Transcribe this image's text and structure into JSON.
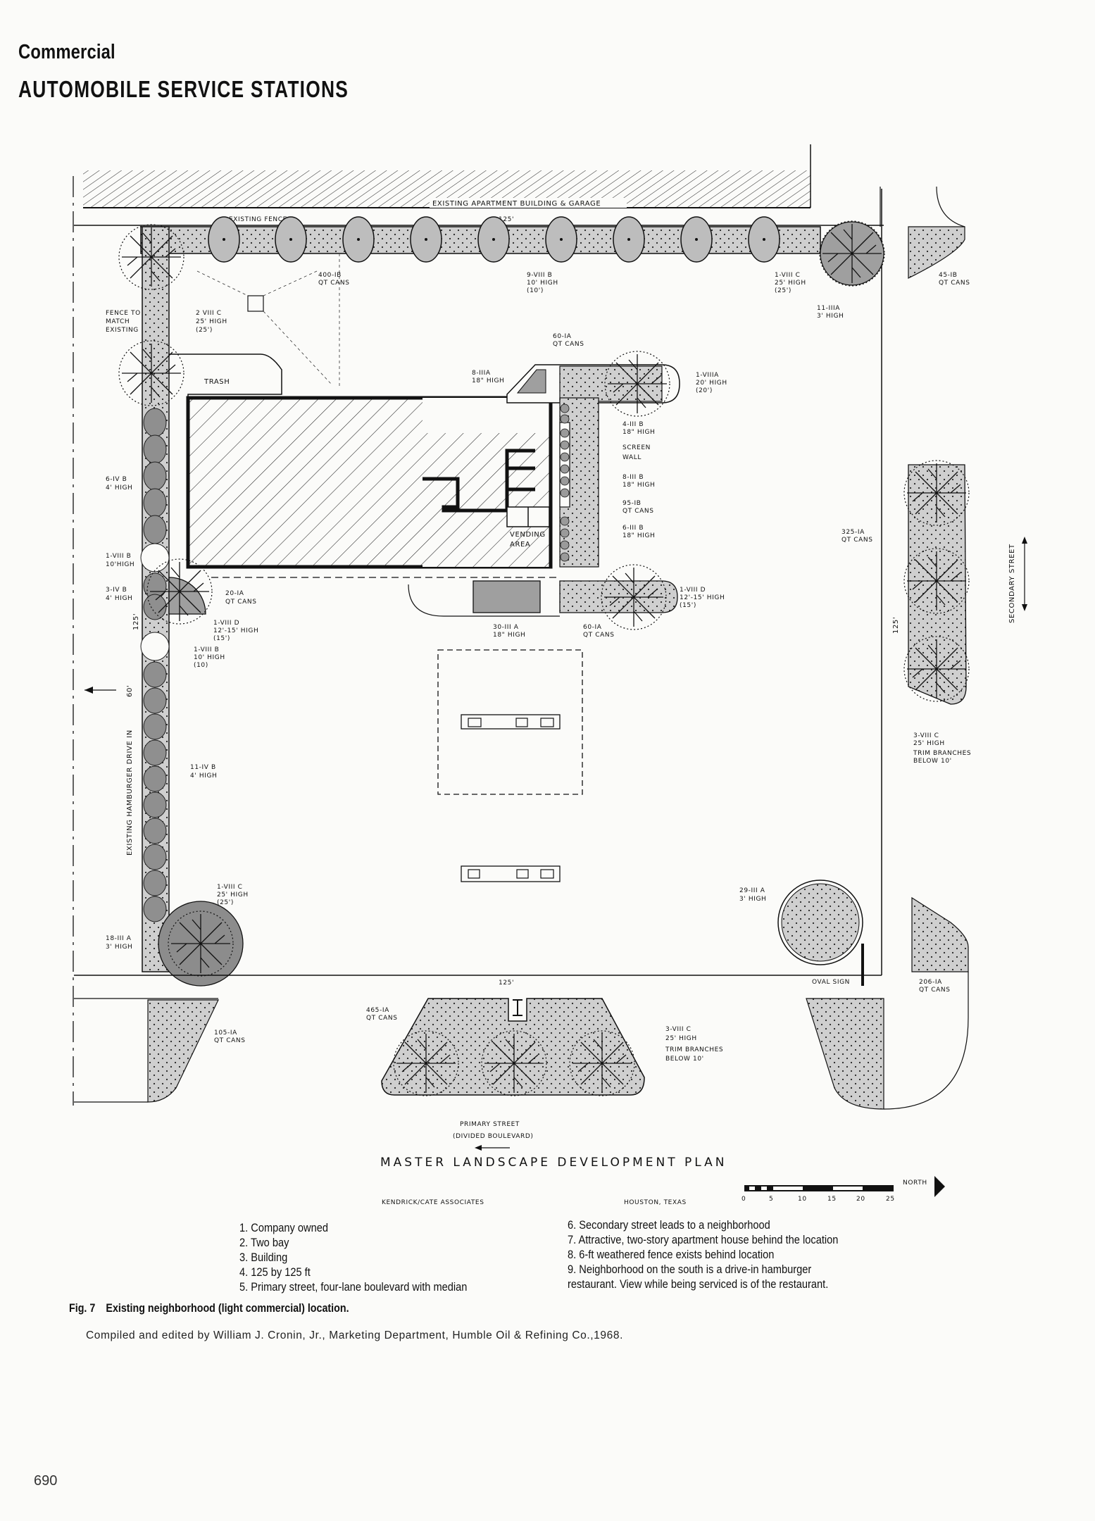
{
  "header": {
    "section": "Commercial",
    "title": "AUTOMOBILE SERVICE STATIONS"
  },
  "plan": {
    "title": "MASTER LANDSCAPE DEVELOPMENT PLAN",
    "firm": "KENDRICK/CATE ASSOCIATES",
    "location": "HOUSTON, TEXAS",
    "north_label": "NORTH",
    "scale_ticks": [
      "0",
      "5",
      "10",
      "15",
      "20",
      "25"
    ],
    "site_dimension": "125'",
    "context": {
      "top": "EXISTING APARTMENT BUILDING & GARAGE",
      "left": "EXISTING HAMBURGER DRIVE IN",
      "left_offset": "60'",
      "right": "SECONDARY STREET",
      "bottom_line1": "PRIMARY STREET",
      "bottom_line2": "(DIVIDED BOULEVARD)"
    },
    "features": {
      "fence": "EXISTING FENCE",
      "fence_match": [
        "FENCE TO",
        "MATCH",
        "EXISTING"
      ],
      "trash": "TRASH",
      "vending": [
        "VENDING",
        "AREA"
      ],
      "screen_wall": [
        "SCREEN",
        "WALL"
      ],
      "oval_sign": "OVAL SIGN"
    },
    "callouts": [
      {
        "id": "c1",
        "lines": [
          "400-IB",
          "QT CANS"
        ]
      },
      {
        "id": "c2",
        "lines": [
          "9-VIII B",
          "10' HIGH",
          "(10')"
        ]
      },
      {
        "id": "c3",
        "lines": [
          "1-VIII C",
          "25' HIGH",
          "(25')"
        ]
      },
      {
        "id": "c4",
        "lines": [
          "11-IIIA",
          "3' HIGH"
        ]
      },
      {
        "id": "c5",
        "lines": [
          "45-IB",
          "QT CANS"
        ]
      },
      {
        "id": "c6",
        "lines": [
          "2 VIII C",
          "25' HIGH",
          "(25')"
        ]
      },
      {
        "id": "c7",
        "lines": [
          "60-IA",
          "QT CANS"
        ]
      },
      {
        "id": "c8",
        "lines": [
          "8-IIIA",
          "18\" HIGH"
        ]
      },
      {
        "id": "c9",
        "lines": [
          "1-VIIIA",
          "20' HIGH",
          "(20')"
        ]
      },
      {
        "id": "c10",
        "lines": [
          "4-III B",
          "18\" HIGH"
        ]
      },
      {
        "id": "c11",
        "lines": [
          "8-III B",
          "18\" HIGH"
        ]
      },
      {
        "id": "c12",
        "lines": [
          "95-IB",
          "QT CANS"
        ]
      },
      {
        "id": "c13",
        "lines": [
          "6-III B",
          "18\" HIGH"
        ]
      },
      {
        "id": "c14",
        "lines": [
          "6-IV B",
          "4' HIGH"
        ]
      },
      {
        "id": "c15",
        "lines": [
          "1-VIII B",
          "10'HIGH"
        ]
      },
      {
        "id": "c16",
        "lines": [
          "3-IV B",
          "4' HIGH"
        ]
      },
      {
        "id": "c17",
        "lines": [
          "20-IA",
          "QT CANS"
        ]
      },
      {
        "id": "c18",
        "lines": [
          "1-VIII D",
          "12'-15' HIGH",
          "(15')"
        ]
      },
      {
        "id": "c19",
        "lines": [
          "1-VIII B",
          "10' HIGH",
          "(10)"
        ]
      },
      {
        "id": "c20",
        "lines": [
          "30-III A",
          "18\" HIGH"
        ]
      },
      {
        "id": "c21",
        "lines": [
          "60-IA",
          "QT CANS"
        ]
      },
      {
        "id": "c22",
        "lines": [
          "1-VIII D",
          "12'-15' HIGH",
          "(15')"
        ]
      },
      {
        "id": "c23",
        "lines": [
          "325-IA",
          "QT CANS"
        ]
      },
      {
        "id": "c24",
        "lines": [
          "3-VIII C",
          "25' HIGH",
          "TRIM BRANCHES",
          "BELOW 10'"
        ]
      },
      {
        "id": "c25",
        "lines": [
          "11-IV B",
          "4' HIGH"
        ]
      },
      {
        "id": "c26",
        "lines": [
          "1-VIII C",
          "25' HIGH",
          "(25')"
        ]
      },
      {
        "id": "c27",
        "lines": [
          "18-III A",
          "3' HIGH"
        ]
      },
      {
        "id": "c28",
        "lines": [
          "29-III A",
          "3' HIGH"
        ]
      },
      {
        "id": "c29",
        "lines": [
          "206-IA",
          "QT CANS"
        ]
      },
      {
        "id": "c30",
        "lines": [
          "105-IA",
          "QT CANS"
        ]
      },
      {
        "id": "c31",
        "lines": [
          "465-IA",
          "QT CANS"
        ]
      },
      {
        "id": "c32",
        "lines": [
          "3-VIII C",
          "25' HIGH",
          "TRIM BRANCHES",
          "BELOW 10'"
        ]
      }
    ]
  },
  "notes": {
    "left": [
      "1. Company owned",
      "2. Two bay",
      "3. Building",
      "4. 125 by 125 ft",
      "5. Primary street, four-lane boulevard with median"
    ],
    "right": [
      "6. Secondary street leads to a neighborhood",
      "7. Attractive, two-story apartment house behind the location",
      "8. 6-ft weathered fence exists behind location",
      "9. Neighborhood on the south is a drive-in hamburger",
      "restaurant. View while being serviced is of the restaurant."
    ]
  },
  "figure": {
    "number": "Fig. 7",
    "caption": "Existing neighborhood (light commercial) location."
  },
  "credit": "Compiled and edited by William J. Cronin, Jr., Marketing Department, Humble Oil & Refining Co.,1968.",
  "page_number": "690",
  "colors": {
    "paper": "#fbfbf9",
    "ink": "#111111",
    "planting_fill": "#c9c9c9",
    "shrub_fill": "#9a9a9a"
  }
}
